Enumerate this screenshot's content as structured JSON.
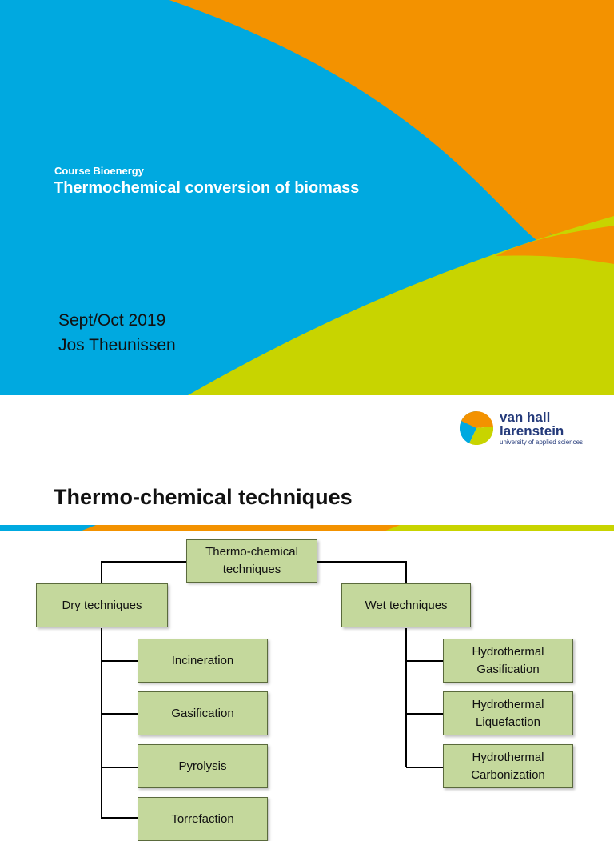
{
  "slide1": {
    "course_label": "Course Bioenergy",
    "title": "Thermochemical conversion of biomass",
    "date": "Sept/Oct 2019",
    "author": "Jos Theunissen",
    "colors": {
      "blue": "#00a9e0",
      "orange": "#f39200",
      "green": "#c8d400",
      "navy": "#243a7a"
    }
  },
  "logo": {
    "line1": "van hall",
    "line2": "larenstein",
    "line3": "university of applied sciences",
    "icon": "vhl-logo-icon"
  },
  "slide2": {
    "title": "Thermo-chemical techniques",
    "root": {
      "line1": "Thermo-chemical",
      "line2": "techniques"
    },
    "dry": {
      "label": "Dry techniques",
      "items": [
        "Incineration",
        "Gasification",
        "Pyrolysis",
        "Torrefaction"
      ]
    },
    "wet": {
      "label": "Wet techniques",
      "items": [
        {
          "line1": "Hydrothermal",
          "line2": "Gasification"
        },
        {
          "line1": "Hydrothermal",
          "line2": "Liquefaction"
        },
        {
          "line1": "Hydrothermal",
          "line2": "Carbonization"
        }
      ]
    },
    "colors": {
      "box_fill": "#c4d89c",
      "box_border": "#5a6a3c"
    }
  }
}
